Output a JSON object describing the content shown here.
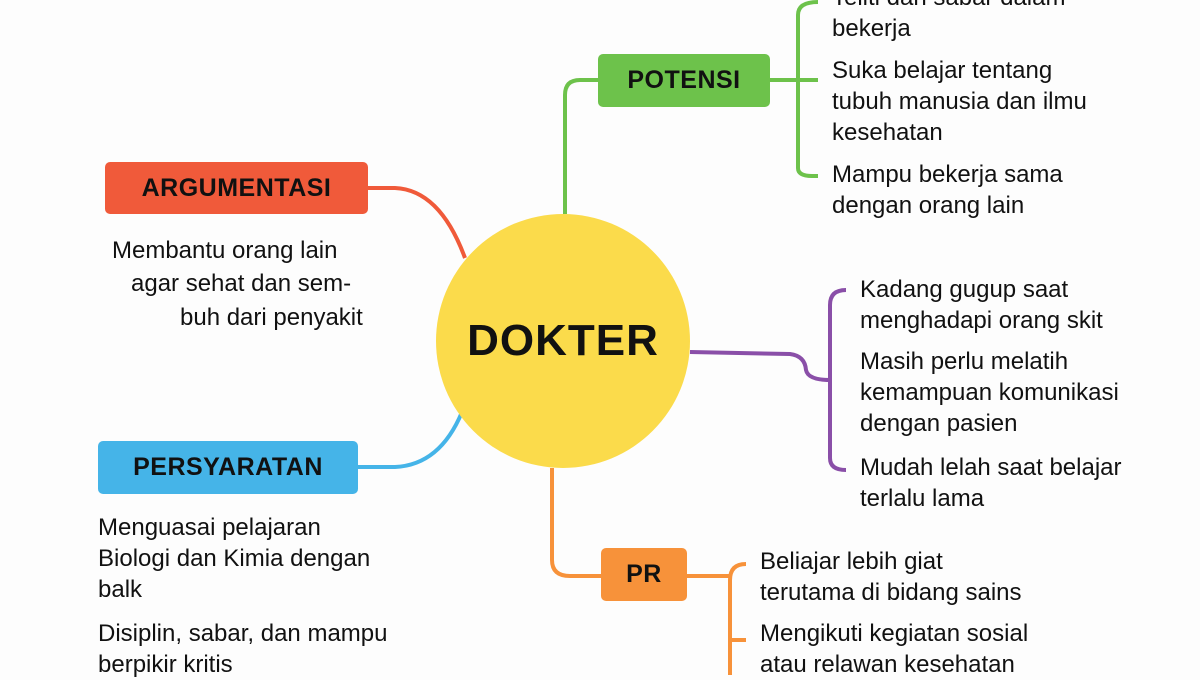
{
  "center": {
    "label": "DOKTER",
    "color": "#FBDB4B"
  },
  "potensi": {
    "label": "POTENSI",
    "color": "#6DC24B",
    "items": [
      [
        "Teliti dan sabar dalam",
        "bekerja"
      ],
      [
        "Suka belajar tentang",
        "tubuh manusia dan ilmu",
        "kesehatan"
      ],
      [
        "Mampu bekerja sama",
        "dengan orang lain"
      ]
    ]
  },
  "argumentasi": {
    "label": "ARGUMENTASI",
    "color": "#F05A3A",
    "lines": [
      "Membantu orang lain",
      "agar sehat dan sem-",
      "buh dari penyakit"
    ]
  },
  "kelemahan": {
    "color": "#8A4FA8",
    "items": [
      [
        "Kadang gugup saat",
        "menghadapi orang skit"
      ],
      [
        "Masih perlu melatih",
        "kemampuan komunikasi",
        "dengan pasien"
      ],
      [
        "Mudah lelah saat belajar",
        "terlalu lama"
      ]
    ]
  },
  "persyaratan": {
    "label": "PERSYARATAN",
    "color": "#45B4E8",
    "items": [
      [
        "Menguasai pelajaran",
        "Biologi dan Kimia dengan",
        "balk"
      ],
      [
        "Disiplin, sabar, dan mampu",
        "berpikir kritis"
      ]
    ]
  },
  "pr": {
    "label": "PR",
    "color": "#F7923A",
    "items": [
      [
        "Beliajar lebih giat",
        "terutama di bidang sains"
      ],
      [
        "Mengikuti kegiatan sosial",
        "atau relawan kesehatan"
      ]
    ]
  }
}
